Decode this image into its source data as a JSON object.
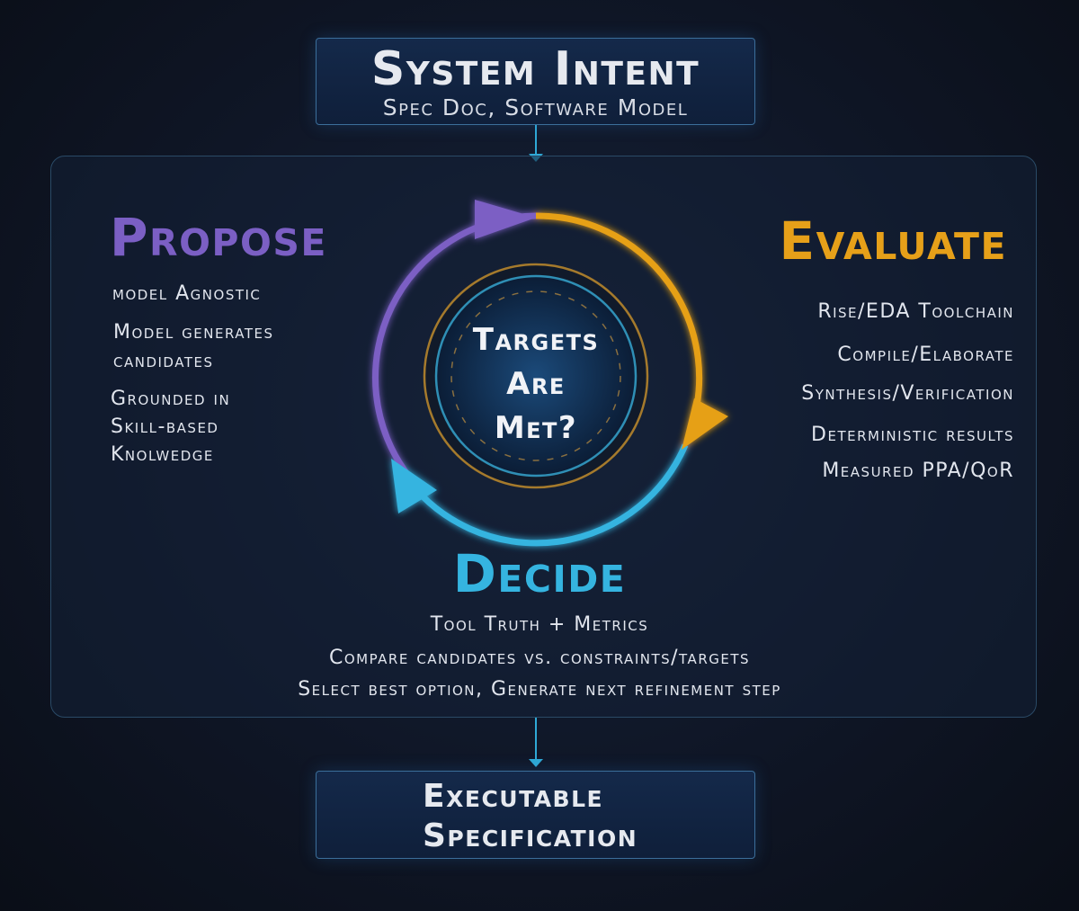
{
  "top_box": {
    "title": "System Intent",
    "subtitle": "Spec Doc, Software Model"
  },
  "propose": {
    "title": "Propose",
    "items": [
      "model Agnostic",
      "Model generates",
      "candidates",
      "Grounded in",
      "Skill-based",
      "Knolwedge"
    ]
  },
  "evaluate": {
    "title": "Evaluate",
    "items": [
      "Rise/EDA Toolchain",
      "Compile/Elaborate",
      "Synthesis/Verification",
      "Deterministic results",
      "Measured PPA/QoR"
    ]
  },
  "decide": {
    "title": "Decide",
    "items": [
      "Tool Truth + Metrics",
      "Compare candidates vs. constraints/targets",
      "Select best option, Generate next refinement step"
    ]
  },
  "center": {
    "lines": [
      "Targets",
      "Are",
      "Met?"
    ]
  },
  "bottom_box": {
    "lines": [
      "Executable",
      "Specification"
    ]
  },
  "colors": {
    "propose": "#7b5fc4",
    "evaluate": "#e6a019",
    "decide": "#35b4e0",
    "background": "#0f1626"
  }
}
